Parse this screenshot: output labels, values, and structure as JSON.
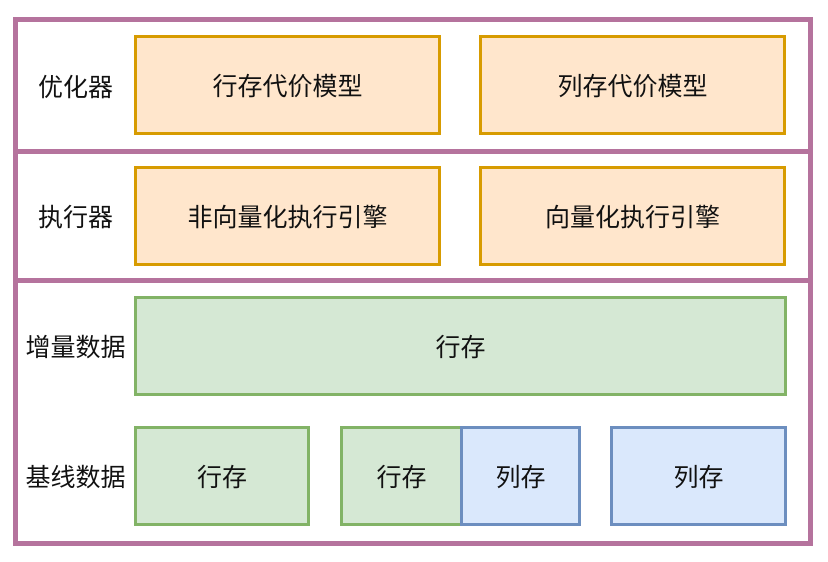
{
  "optimizer": {
    "label": "优化器",
    "boxes": [
      "行存代价模型",
      "列存代价模型"
    ]
  },
  "executor": {
    "label": "执行器",
    "boxes": [
      "非向量化执行引擎",
      "向量化执行引擎"
    ]
  },
  "storage": {
    "incremental": {
      "label": "增量数据",
      "box": "行存"
    },
    "base": {
      "label": "基线数据",
      "boxes": [
        "行存",
        "行存",
        "列存",
        "列存"
      ]
    }
  },
  "colors": {
    "frame_border": "#b5739d",
    "orange_fill": "#ffe6cc",
    "orange_border": "#d79b00",
    "green_fill": "#d5e8d4",
    "green_border": "#82b366",
    "blue_fill": "#dae8fc",
    "blue_border": "#6c8ebf"
  }
}
